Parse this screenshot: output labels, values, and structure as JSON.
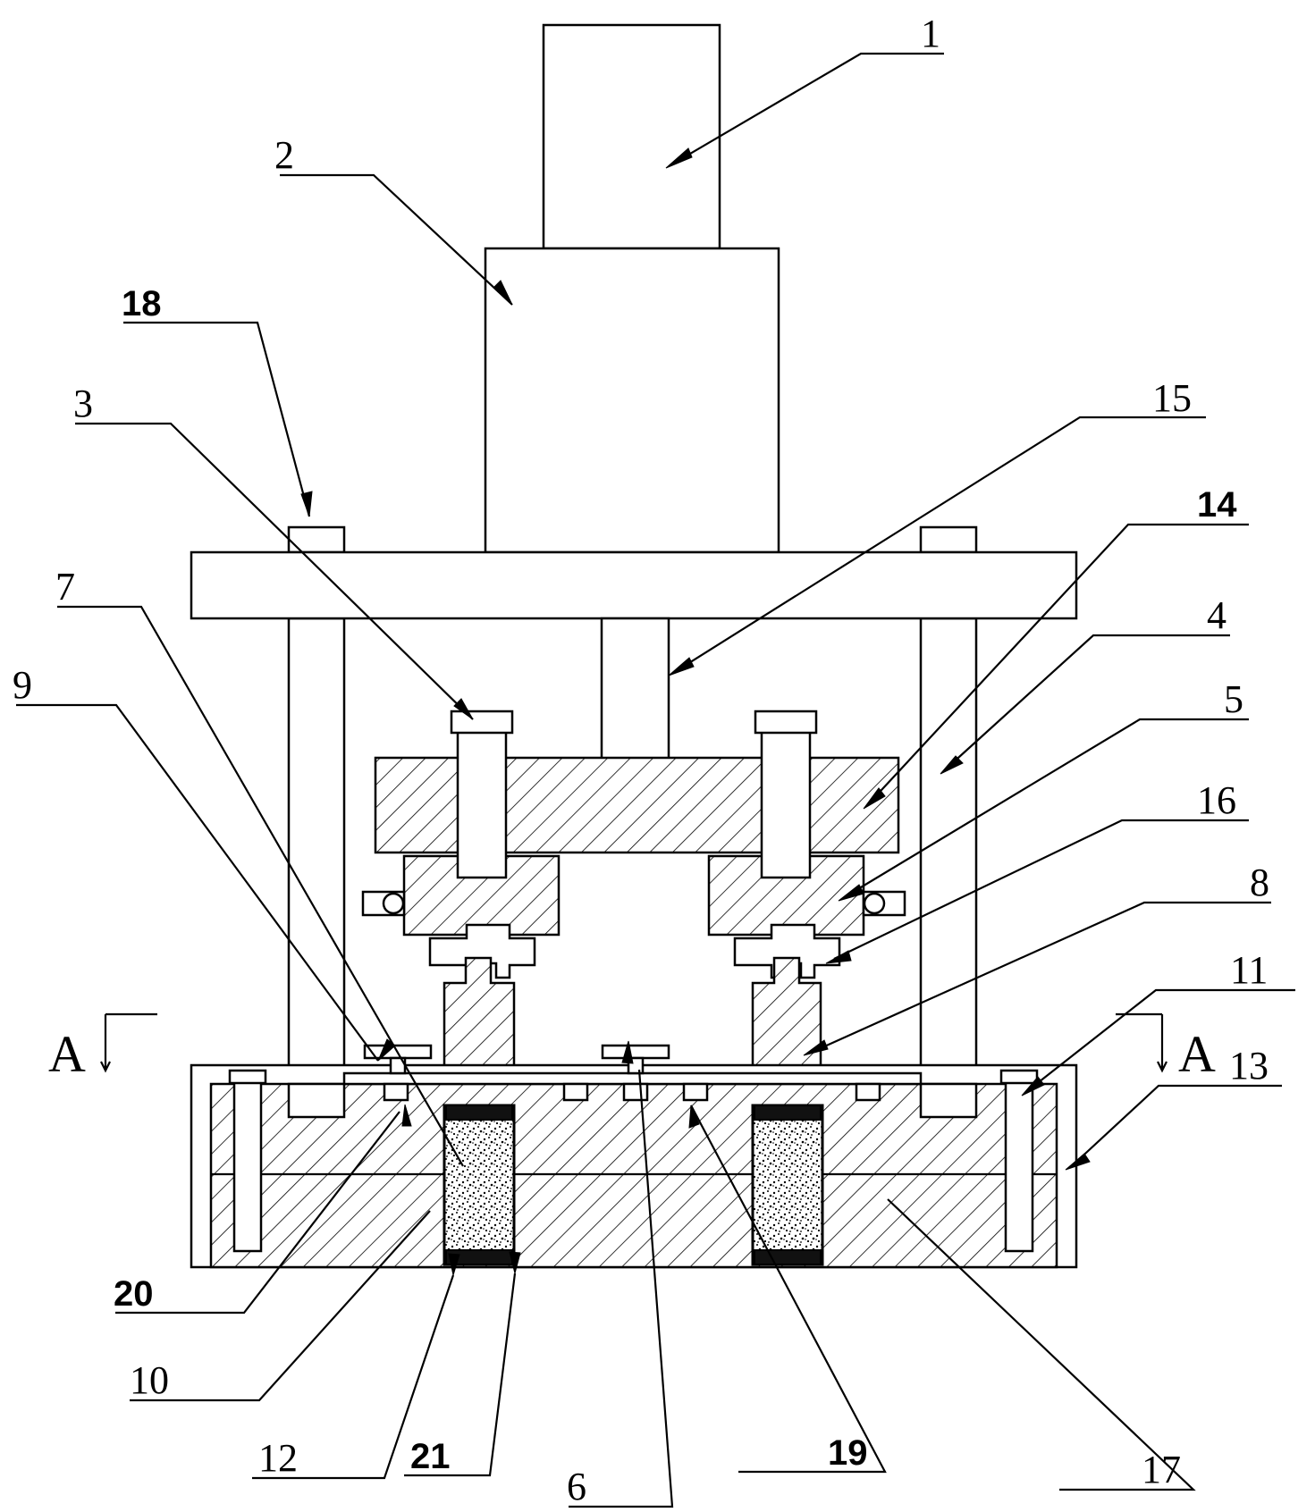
{
  "callouts": {
    "c1": "1",
    "c2": "2",
    "c3": "3",
    "c4": "4",
    "c5": "5",
    "c6": "6",
    "c7": "7",
    "c8": "8",
    "c9": "9",
    "c10": "10",
    "c11": "11",
    "c12": "12",
    "c13": "13",
    "c14": "14",
    "c15": "15",
    "c16": "16",
    "c17": "17",
    "c18": "18",
    "c19": "19",
    "c20": "20",
    "c21": "21"
  },
  "section_marks": {
    "left": "A",
    "right": "A"
  },
  "colors": {
    "line": "#000000",
    "background": "#ffffff",
    "band": "#111111"
  }
}
